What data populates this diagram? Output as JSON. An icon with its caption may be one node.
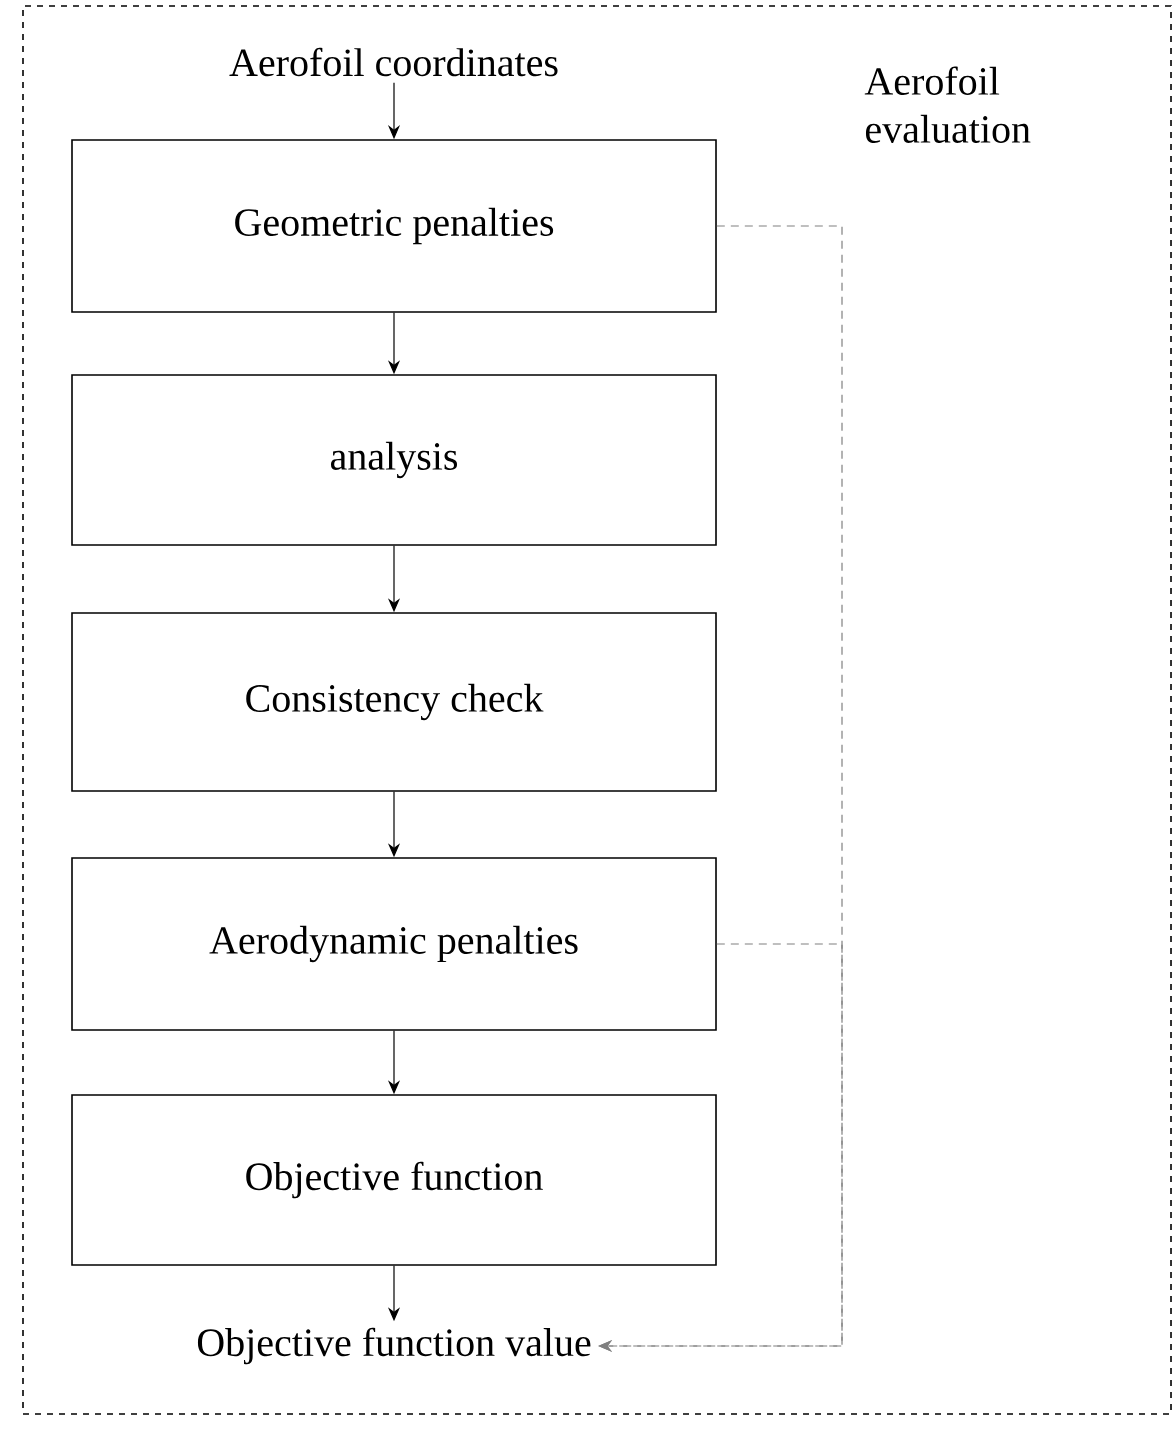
{
  "diagram": {
    "nodes": [
      {
        "text": [
          "Aerofoil evaluation"
        ]
      },
      {
        "text": [
          "Aerofoil coordinates"
        ],
        "in": 0
      },
      {
        "text": [
          "Geometric penalties"
        ],
        "in": 0
      },
      {
        "text": [
          "analysis"
        ],
        "in": 0
      },
      {
        "text": [
          "Consistency check"
        ],
        "in": 0
      },
      {
        "text": [
          "Aerodynamic penalties"
        ],
        "in": 0
      },
      {
        "text": [
          "Objective function"
        ],
        "in": 0
      },
      {
        "text": [
          "Objective function value"
        ],
        "in": 0
      }
    ],
    "edges": [
      {
        "from": 1,
        "to": 2,
        "arrow": "to"
      },
      {
        "from": 2,
        "to": 3,
        "arrow": "to"
      },
      {
        "from": 3,
        "to": 4,
        "arrow": "to"
      },
      {
        "from": 4,
        "to": 5,
        "arrow": "to"
      },
      {
        "from": 5,
        "to": 6,
        "arrow": "to"
      },
      {
        "from": 6,
        "to": 7,
        "arrow": "to"
      },
      {
        "from": 2,
        "to": 7,
        "arrow": "to",
        "style": "dashed",
        "color": "#808080"
      },
      {
        "from": 5,
        "to": 7,
        "arrow": "to",
        "style": "dashed",
        "color": "#808080"
      }
    ]
  }
}
